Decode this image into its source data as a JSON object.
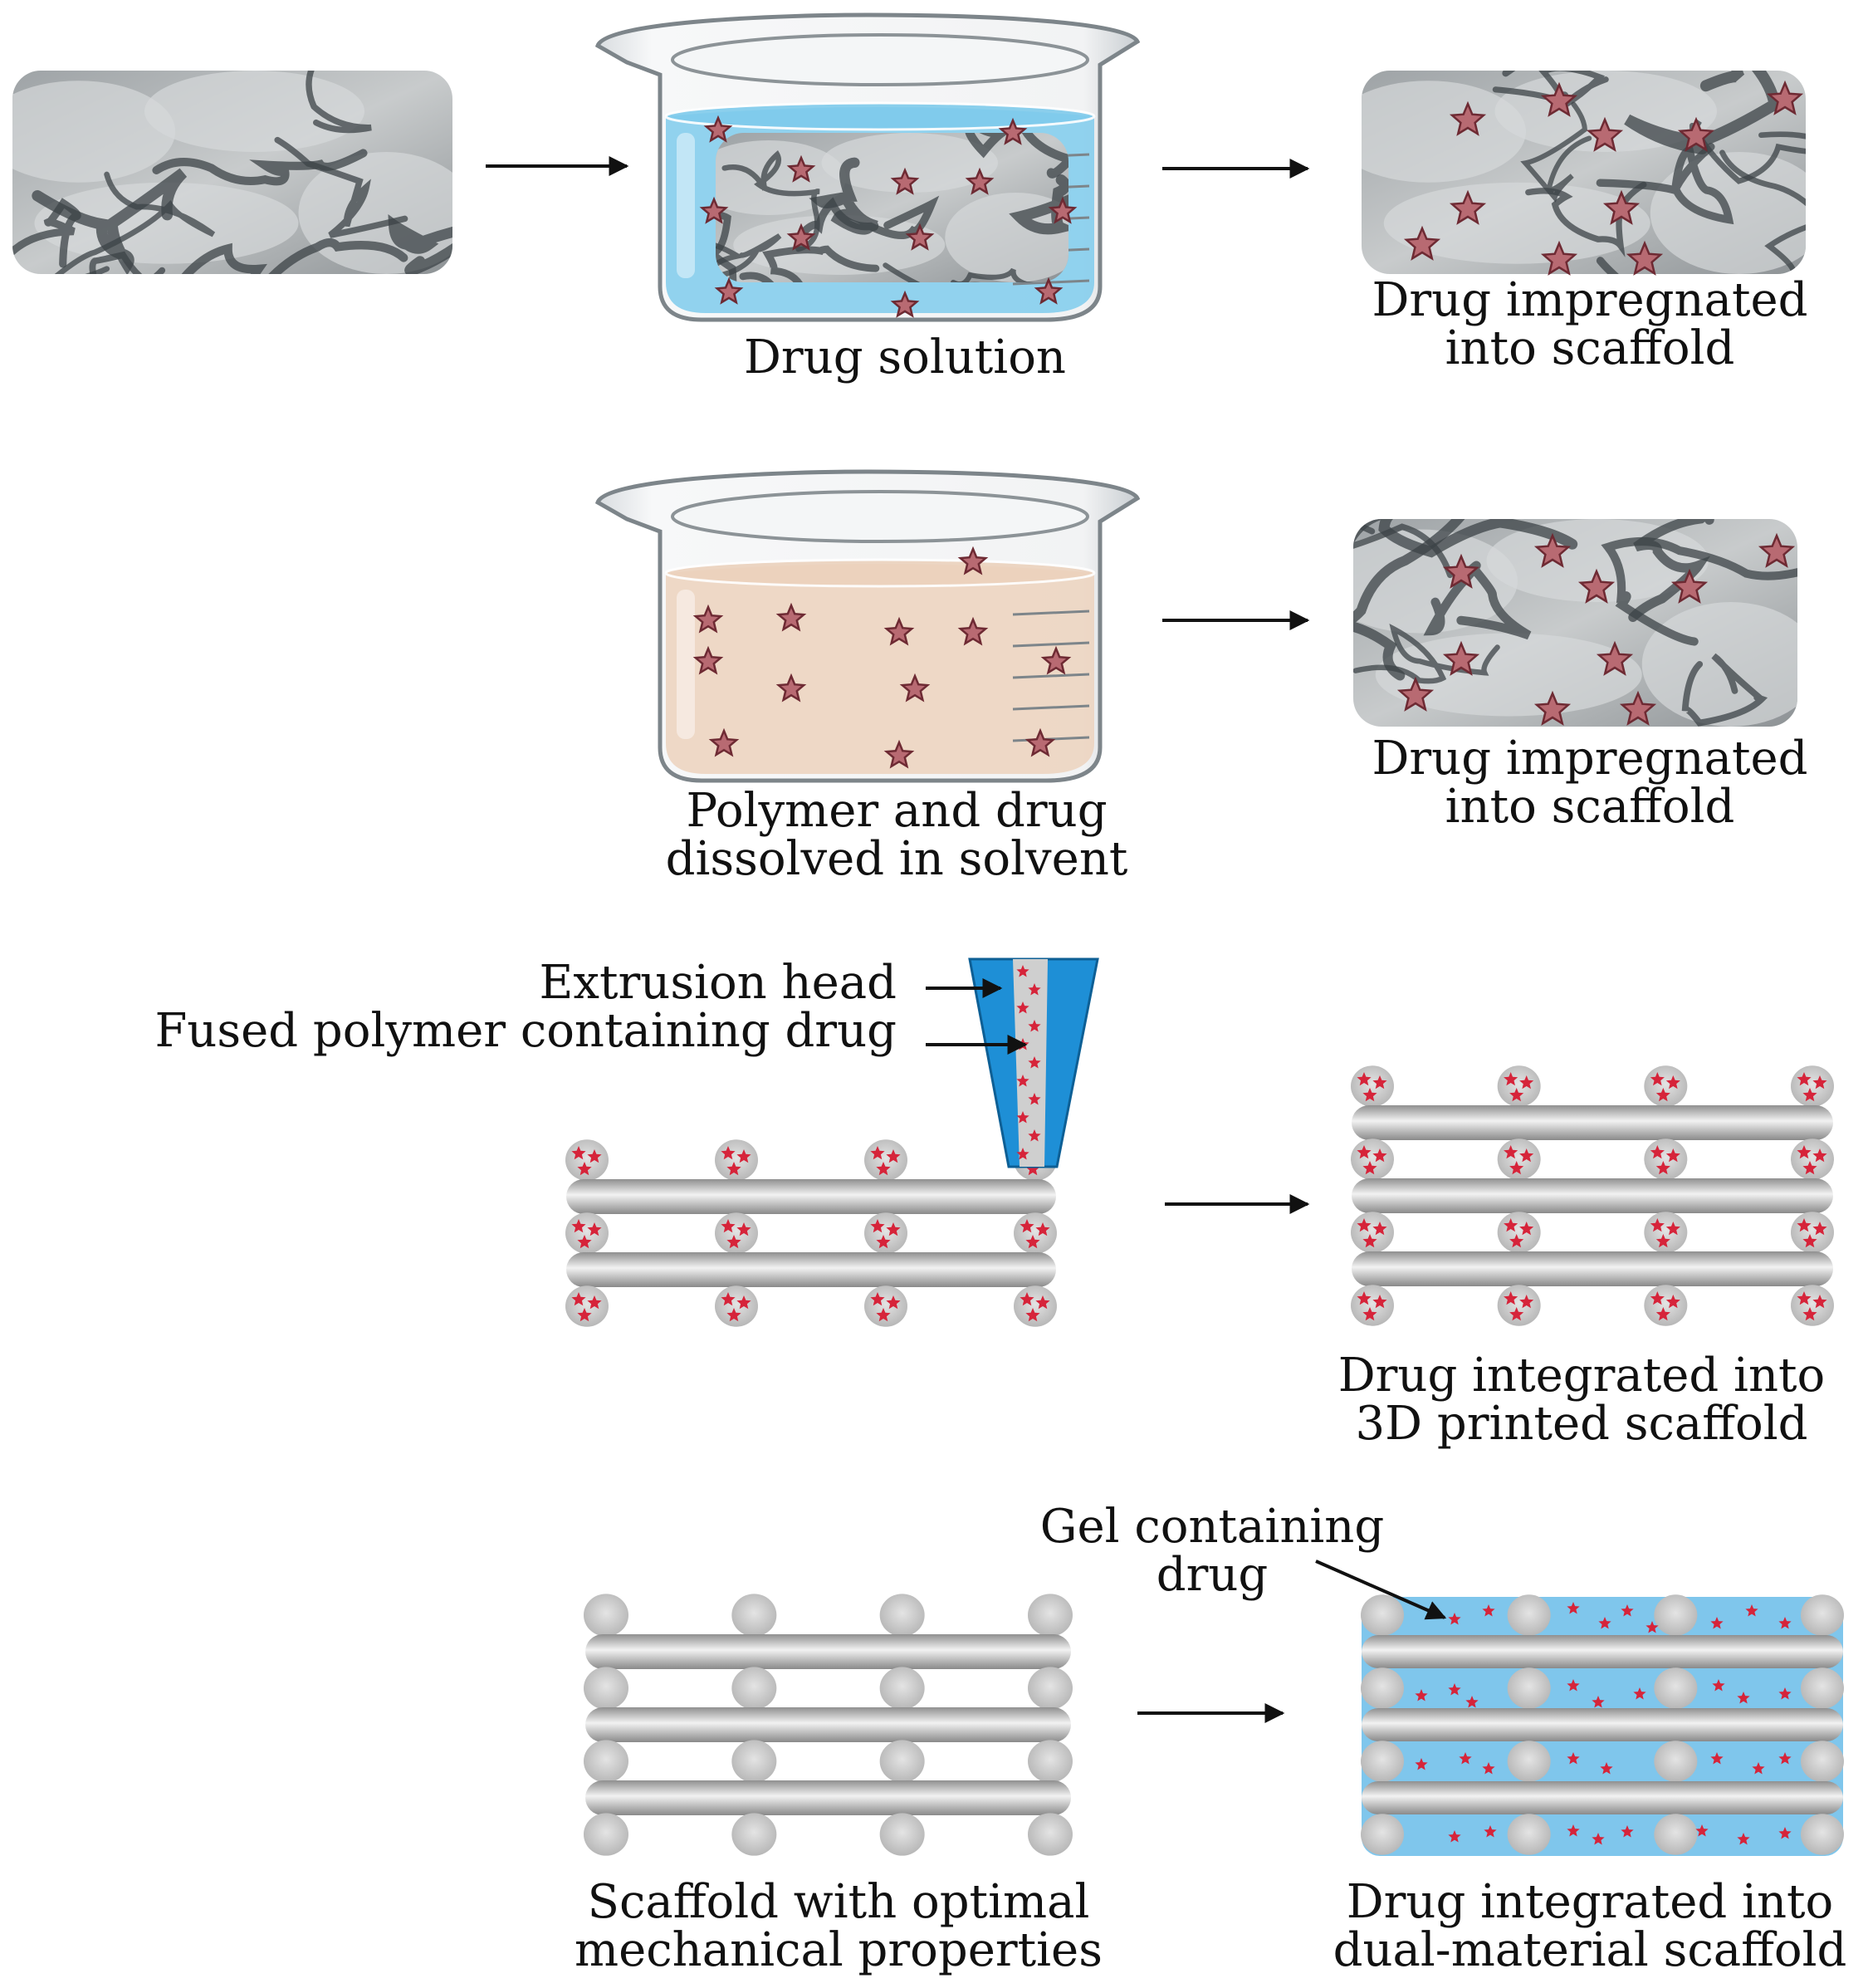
{
  "rows": {
    "r1": {
      "beaker_label": "Drug solution",
      "result_line1": "Drug impregnated",
      "result_line2": "into scaffold"
    },
    "r2": {
      "beaker_line1": "Polymer and drug",
      "beaker_line2": "dissolved in solvent",
      "result_line1": "Drug impregnated",
      "result_line2": "into scaffold"
    },
    "r3": {
      "extrusion_label": "Extrusion head",
      "fused_label": "Fused polymer containing drug",
      "result_line1": "Drug integrated into",
      "result_line2": "3D printed scaffold"
    },
    "r4": {
      "gel_line1": "Gel containing",
      "gel_line2": "drug",
      "scaffold_line1": "Scaffold with optimal",
      "scaffold_line2": "mechanical properties",
      "result_line1": "Drug integrated into",
      "result_line2": "dual-material scaffold"
    }
  },
  "colors": {
    "drug_star": "#b86a72",
    "drug_star_stroke": "#6e2a33",
    "drug_solution": "#7fcbec",
    "polymer_solution": "#ecd2bd",
    "extrusion_head": "#1e8fd6",
    "gel": "#7fc6ec",
    "scaffold_rod": "#b9b9b9",
    "print_star": "#d6243a"
  },
  "icons": [
    "beaker-icon",
    "drug-star-icon",
    "arrow-icon",
    "scaffold-icon",
    "extrusion-nozzle-icon"
  ]
}
